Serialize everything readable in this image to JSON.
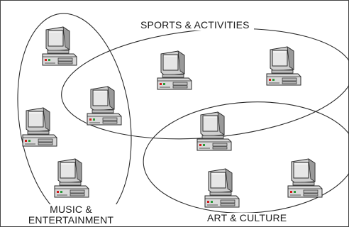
{
  "groups": {
    "sports": {
      "label": "SPORTS & ACTIVITIES"
    },
    "music": {
      "label_line1": "MUSIC &",
      "label_line2": "ENTERTAINMENT"
    },
    "art": {
      "label": "ART & CULTURE"
    }
  },
  "icon": "desktop-computer-icon",
  "computer_count": 9,
  "colors": {
    "line": "#2b2b2b",
    "case": "#d9d9d9",
    "monitor": "#cfcfcf",
    "screen": "#e6e6e6",
    "indicator_red": "#d21b1b",
    "indicator_green": "#2a9a3a"
  }
}
